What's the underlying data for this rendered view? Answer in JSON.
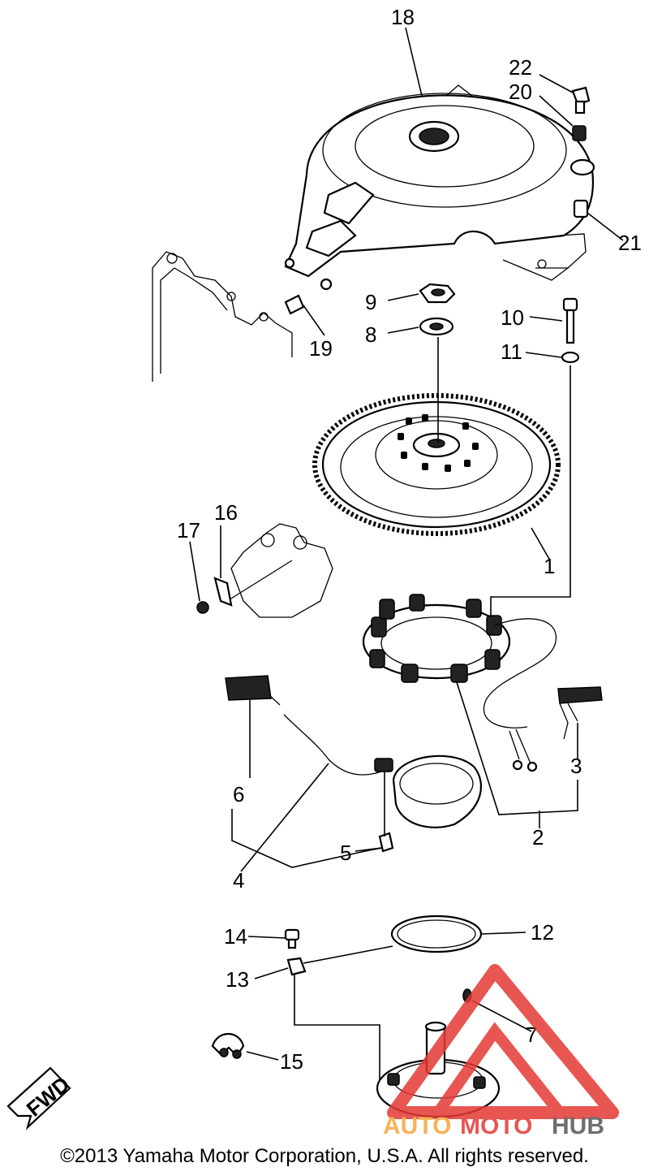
{
  "parts": [
    {
      "id": "1",
      "label": "1"
    },
    {
      "id": "2",
      "label": "2"
    },
    {
      "id": "3",
      "label": "3"
    },
    {
      "id": "4",
      "label": "4"
    },
    {
      "id": "5",
      "label": "5"
    },
    {
      "id": "6",
      "label": "6"
    },
    {
      "id": "7",
      "label": "7"
    },
    {
      "id": "8",
      "label": "8"
    },
    {
      "id": "9",
      "label": "9"
    },
    {
      "id": "10",
      "label": "10"
    },
    {
      "id": "11",
      "label": "11"
    },
    {
      "id": "12",
      "label": "12"
    },
    {
      "id": "13",
      "label": "13"
    },
    {
      "id": "14",
      "label": "14"
    },
    {
      "id": "15",
      "label": "15"
    },
    {
      "id": "16",
      "label": "16"
    },
    {
      "id": "17",
      "label": "17"
    },
    {
      "id": "18",
      "label": "18"
    },
    {
      "id": "19",
      "label": "19"
    },
    {
      "id": "20",
      "label": "20"
    },
    {
      "id": "21",
      "label": "21"
    },
    {
      "id": "22",
      "label": "22"
    }
  ],
  "fwd_label": "FWD",
  "watermark": {
    "brand_a": "AUTO",
    "brand_b": "MOTO",
    "brand_c": "HUB"
  },
  "copyright": "©2013 Yamaha Motor Corporation, U.S.A. All rights reserved.",
  "colors": {
    "watermark_red": "#e53935",
    "watermark_orange": "#f4a63a",
    "watermark_gray": "#555555"
  }
}
